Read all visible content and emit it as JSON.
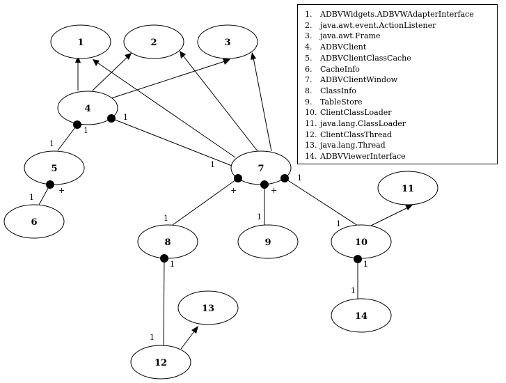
{
  "legend": {
    "items": [
      {
        "num": "1.",
        "label": "ADBVWidgets.ADBVWAdapterInterface"
      },
      {
        "num": "2.",
        "label": "java.awt.event.ActionListener"
      },
      {
        "num": "3.",
        "label": "java.awt.Frame"
      },
      {
        "num": "4.",
        "label": "ADBVClient"
      },
      {
        "num": "5.",
        "label": "ADBVClientClassCache"
      },
      {
        "num": "6.",
        "label": "CacheInfo"
      },
      {
        "num": "7.",
        "label": "ADBVClientWindow"
      },
      {
        "num": "8.",
        "label": "ClassInfo"
      },
      {
        "num": "9.",
        "label": "TableStore"
      },
      {
        "num": "10.",
        "label": "ClientClassLoader"
      },
      {
        "num": "11.",
        "label": "java.lang.ClassLoader"
      },
      {
        "num": "12.",
        "label": "ClientClassThread"
      },
      {
        "num": "13.",
        "label": "java.lang.Thread"
      },
      {
        "num": "14.",
        "label": "ADBVViewerInterface"
      }
    ]
  },
  "nodes": [
    {
      "id": "n1",
      "label": "1"
    },
    {
      "id": "n2",
      "label": "2"
    },
    {
      "id": "n3",
      "label": "3"
    },
    {
      "id": "n4",
      "label": "4"
    },
    {
      "id": "n5",
      "label": "5"
    },
    {
      "id": "n6",
      "label": "6"
    },
    {
      "id": "n7",
      "label": "7"
    },
    {
      "id": "n8",
      "label": "8"
    },
    {
      "id": "n9",
      "label": "9"
    },
    {
      "id": "n10",
      "label": "10"
    },
    {
      "id": "n11",
      "label": "11"
    },
    {
      "id": "n12",
      "label": "12"
    },
    {
      "id": "n13",
      "label": "13"
    },
    {
      "id": "n14",
      "label": "14"
    }
  ],
  "multiplicities": {
    "m_4_7_a": "1",
    "m_4_7_b": "1",
    "m_4_5_a": "1",
    "m_4_5_b": "1",
    "m_5_6_a": "+",
    "m_5_6_b": "1",
    "m_7_8_a": "+",
    "m_7_8_b": "1",
    "m_7_9_a": "+",
    "m_7_9_b": "1",
    "m_7_10_a": "1",
    "m_7_10_b": "1",
    "m_8_12_a": "1",
    "m_8_12_b": "1",
    "m_10_14_a": "1",
    "m_10_14_b": "1"
  }
}
